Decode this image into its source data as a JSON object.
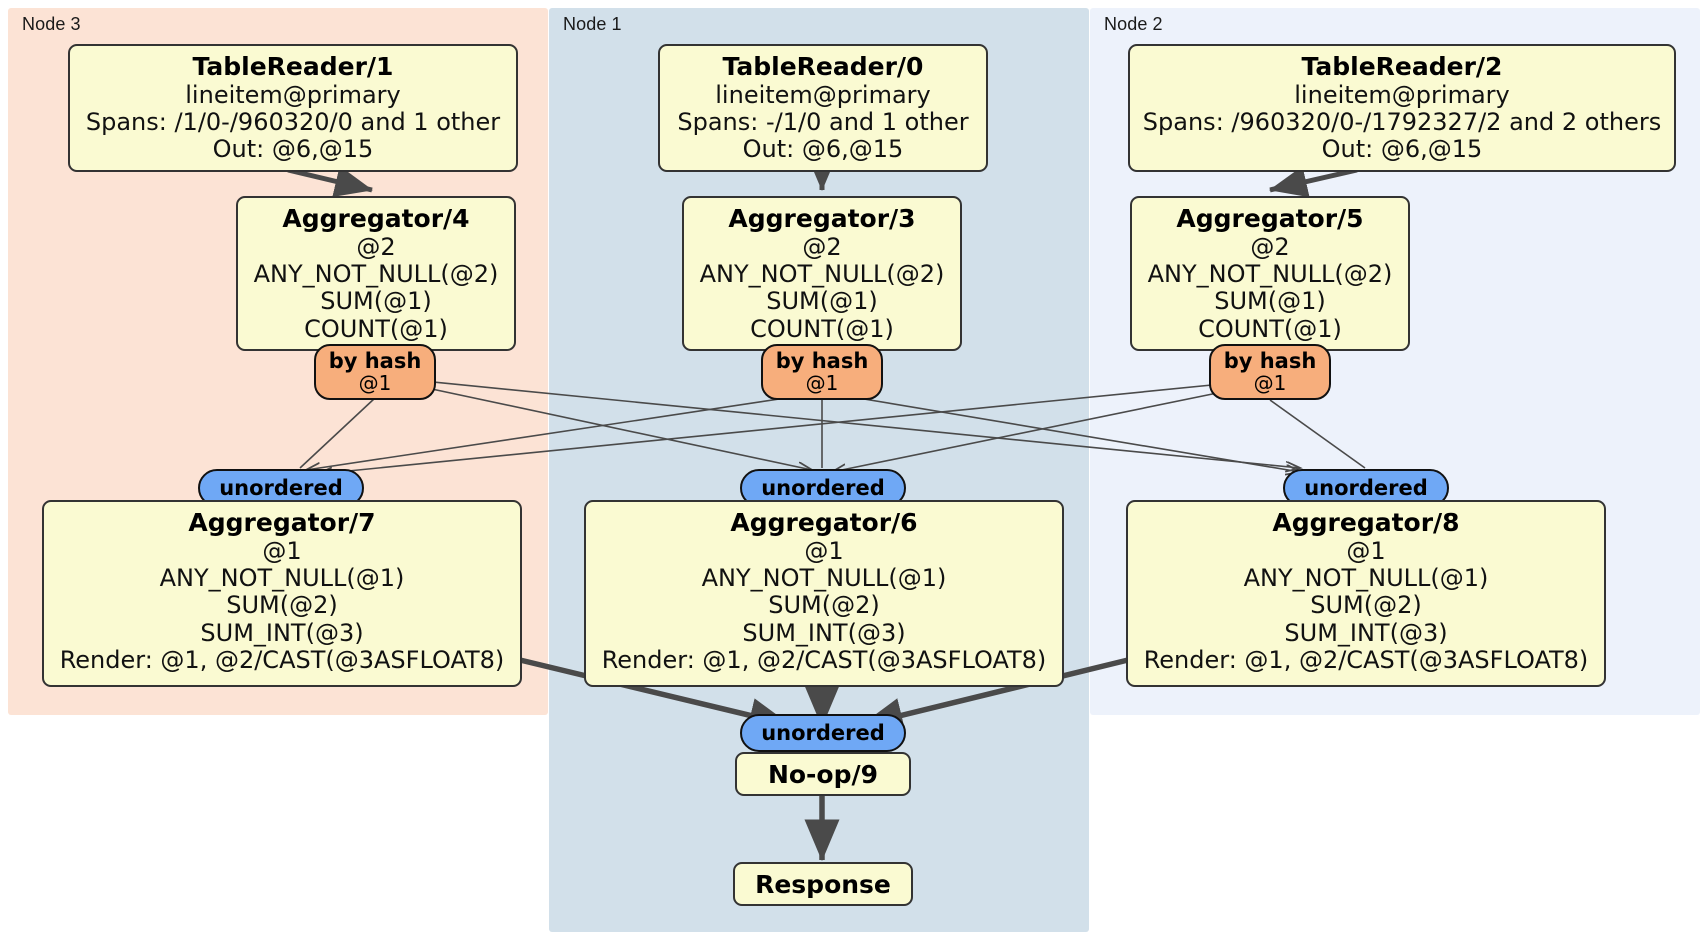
{
  "diagram": {
    "type": "distributed-query-plan",
    "title": "",
    "colors": {
      "node3_panel": "#FCE3D5",
      "node1_panel": "#D2E0EA",
      "node2_panel": "#EDF2FB",
      "box_fill": "#FAFAD2",
      "box_stroke": "#333333",
      "hash_pill": "#F7AE7C",
      "unordered_pill": "#6FA8F5",
      "edge": "#4a4a4a"
    }
  },
  "panels": [
    {
      "id": "node3",
      "label": "Node 3"
    },
    {
      "id": "node1",
      "label": "Node 1"
    },
    {
      "id": "node2",
      "label": "Node 2"
    }
  ],
  "boxes": {
    "tablereader1": {
      "title": "TableReader/1",
      "lines": [
        "lineitem@primary",
        "Spans: /1/0-/960320/0 and 1 other",
        "Out: @6,@15"
      ]
    },
    "tablereader0": {
      "title": "TableReader/0",
      "lines": [
        "lineitem@primary",
        "Spans: -/1/0 and 1 other",
        "Out: @6,@15"
      ]
    },
    "tablereader2": {
      "title": "TableReader/2",
      "lines": [
        "lineitem@primary",
        "Spans: /960320/0-/1792327/2 and 2 others",
        "Out: @6,@15"
      ]
    },
    "aggregator4": {
      "title": "Aggregator/4",
      "lines": [
        "@2",
        "ANY_NOT_NULL(@2)",
        "SUM(@1)",
        "COUNT(@1)"
      ]
    },
    "aggregator3": {
      "title": "Aggregator/3",
      "lines": [
        "@2",
        "ANY_NOT_NULL(@2)",
        "SUM(@1)",
        "COUNT(@1)"
      ]
    },
    "aggregator5": {
      "title": "Aggregator/5",
      "lines": [
        "@2",
        "ANY_NOT_NULL(@2)",
        "SUM(@1)",
        "COUNT(@1)"
      ]
    },
    "aggregator7": {
      "title": "Aggregator/7",
      "lines": [
        "@1",
        "ANY_NOT_NULL(@1)",
        "SUM(@2)",
        "SUM_INT(@3)",
        "Render: @1, @2/CAST(@3ASFLOAT8)"
      ]
    },
    "aggregator6": {
      "title": "Aggregator/6",
      "lines": [
        "@1",
        "ANY_NOT_NULL(@1)",
        "SUM(@2)",
        "SUM_INT(@3)",
        "Render: @1, @2/CAST(@3ASFLOAT8)"
      ]
    },
    "aggregator8": {
      "title": "Aggregator/8",
      "lines": [
        "@1",
        "ANY_NOT_NULL(@1)",
        "SUM(@2)",
        "SUM_INT(@3)",
        "Render: @1, @2/CAST(@3ASFLOAT8)"
      ]
    },
    "noop9": {
      "title": "No-op/9"
    },
    "response": {
      "title": "Response"
    }
  },
  "routers": {
    "hash_left": {
      "kind": "by hash",
      "detail": "@1"
    },
    "hash_center": {
      "kind": "by hash",
      "detail": "@1"
    },
    "hash_right": {
      "kind": "by hash",
      "detail": "@1"
    },
    "unord_left": {
      "kind": "unordered",
      "detail": ""
    },
    "unord_center": {
      "kind": "unordered",
      "detail": ""
    },
    "unord_right": {
      "kind": "unordered",
      "detail": ""
    },
    "unord_final": {
      "kind": "unordered",
      "detail": ""
    }
  }
}
